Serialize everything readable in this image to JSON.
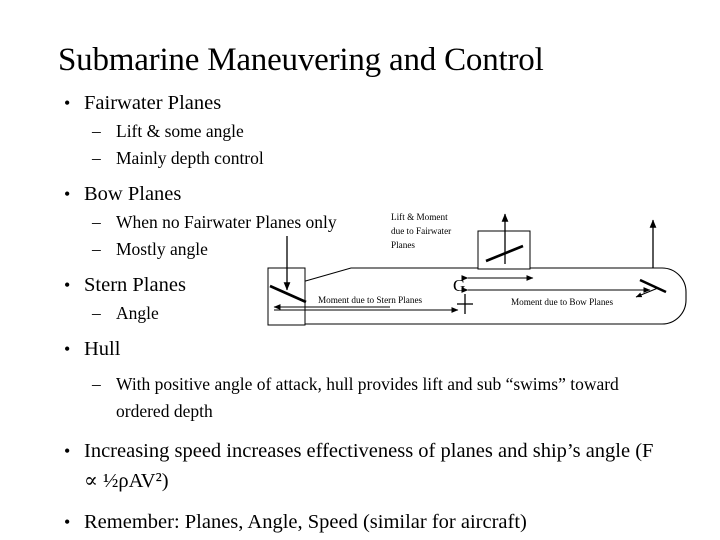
{
  "slide": {
    "title": "Submarine Maneuvering and Control",
    "bullets": [
      {
        "level": 1,
        "marker": "•",
        "text": "Fairwater Planes"
      },
      {
        "level": 2,
        "marker": "–",
        "text": "Lift & some angle"
      },
      {
        "level": 2,
        "marker": "–",
        "text": "Mainly depth control"
      },
      {
        "level": 1,
        "marker": "•",
        "text": "Bow Planes"
      },
      {
        "level": 2,
        "marker": "–",
        "text": "When no Fairwater Planes only"
      },
      {
        "level": 2,
        "marker": "–",
        "text": "Mostly angle"
      },
      {
        "level": 1,
        "marker": "•",
        "text": "Stern Planes"
      },
      {
        "level": 2,
        "marker": "–",
        "text": "Angle"
      },
      {
        "level": 1,
        "marker": "•",
        "text": "Hull"
      },
      {
        "level": 2,
        "marker": "–",
        "text": "With positive angle of attack, hull provides lift and sub “swims” toward ordered depth"
      },
      {
        "level": 1,
        "marker": "•",
        "text": "Increasing speed increases effectiveness of planes and ship’s angle (F ∝ ½ρAV²)"
      },
      {
        "level": 1,
        "marker": "•",
        "text": "Remember: Planes, Angle, Speed (similar for aircraft)"
      }
    ]
  },
  "diagram": {
    "labels": {
      "fairwater_line1": "Lift & Moment",
      "fairwater_line2": "due to Fairwater",
      "fairwater_line3": "Planes",
      "center_of_gravity": "G",
      "moment_stern": "Moment due to Stern Planes",
      "moment_bow": "Moment due to Bow Planes"
    },
    "colors": {
      "stroke": "#000000",
      "background": "#ffffff"
    }
  }
}
